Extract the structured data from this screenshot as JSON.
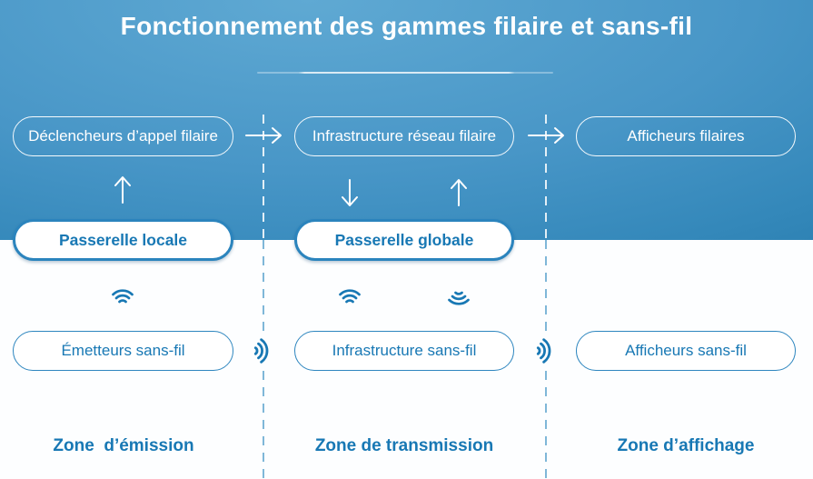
{
  "title": "Fonctionnement des gammes filaire et sans-fil",
  "colors": {
    "background_gradient_light": "#5fa9d3",
    "background_gradient_dark": "#1f73a4",
    "accent_blue": "#1878b4",
    "pill_border_blue": "#2b84bd",
    "dash_on_white": "#7fb7d8",
    "text_on_blue": "#ffffff"
  },
  "wired_row": [
    {
      "label": "Déclencheurs d’appel filaire"
    },
    {
      "label": "Infrastructure réseau filaire"
    },
    {
      "label": "Afficheurs filaires"
    }
  ],
  "gateways": [
    {
      "label": "Passerelle locale"
    },
    {
      "label": "Passerelle globale"
    }
  ],
  "wireless_row": [
    {
      "label": "Émetteurs sans-fil"
    },
    {
      "label": "Infrastructure sans-fil"
    },
    {
      "label": "Afficheurs sans-fil"
    }
  ],
  "zones": [
    {
      "label": "Zone  d’émission"
    },
    {
      "label": "Zone de transmission"
    },
    {
      "label": "Zone d’affichage"
    }
  ],
  "icons": {
    "arrow_right": "arrow-right-icon",
    "arrow_up": "arrow-up-icon",
    "arrow_down": "arrow-down-icon",
    "wifi": "wifi-signal-icon",
    "wifi_inverted": "wifi-signal-inverted-icon",
    "radio_waves": "radio-waves-icon"
  }
}
